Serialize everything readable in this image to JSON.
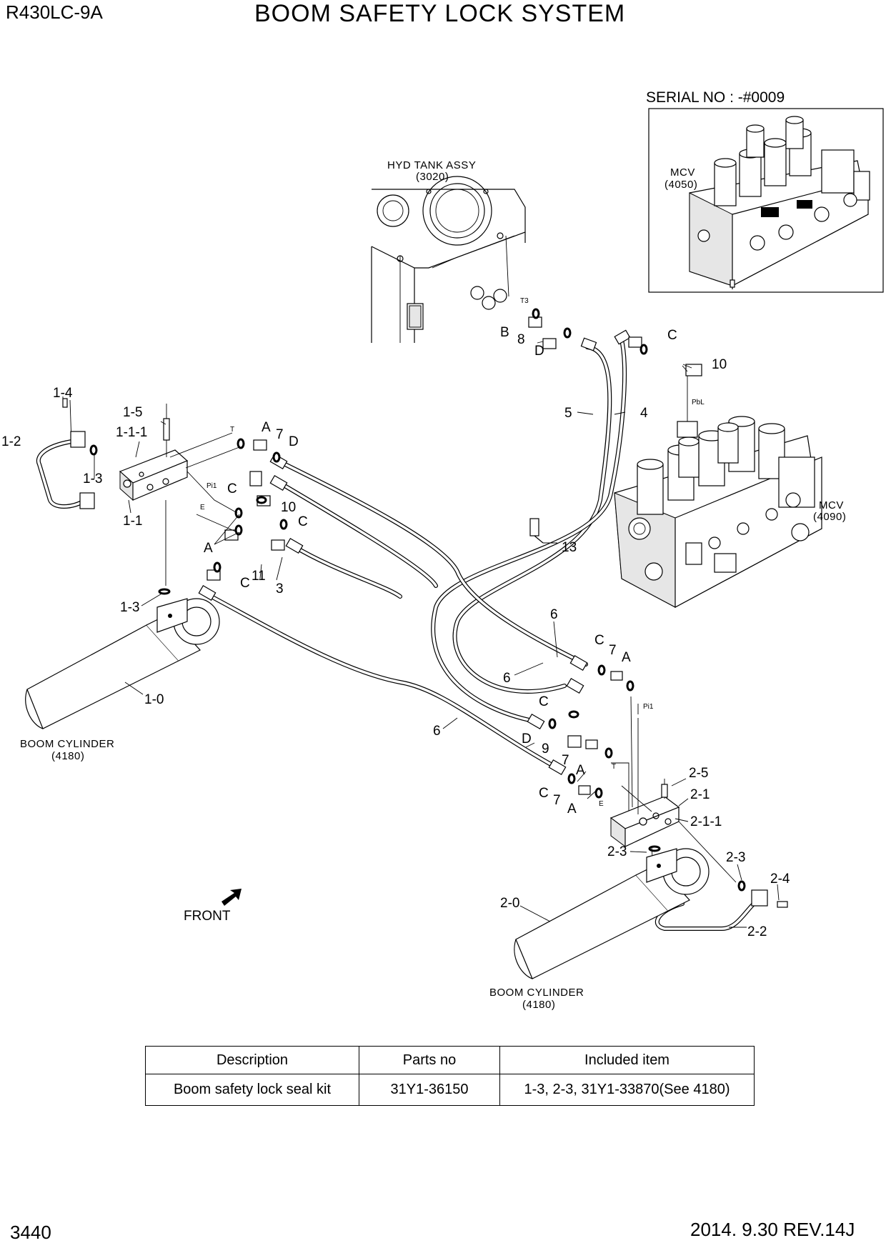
{
  "header": {
    "model": "R430LC-9A",
    "title": "BOOM SAFETY LOCK SYSTEM"
  },
  "inset": {
    "serial": "SERIAL NO : -#0009",
    "mcv_name": "MCV",
    "mcv_ref": "(4050)"
  },
  "assemblies": {
    "hyd_tank_name": "HYD TANK ASSY",
    "hyd_tank_ref": "(3020)",
    "mcv_name": "MCV",
    "mcv_ref": "(4090)",
    "boom_cyl_left_name": "BOOM CYLINDER",
    "boom_cyl_left_ref": "(4180)",
    "boom_cyl_right_name": "BOOM CYLINDER",
    "boom_cyl_right_ref": "(4180)",
    "front_label": "FRONT"
  },
  "port_labels": {
    "t3": "T3",
    "pbl": "PbL",
    "t_left": "T",
    "pi1_left": "Pi1",
    "e_left": "E",
    "pi1_right": "Pi1",
    "t_right": "T",
    "e_right": "E"
  },
  "callouts": {
    "c_1_4": "1-4",
    "c_1_2": "1-2",
    "c_1_5": "1-5",
    "c_1_1_1": "1-1-1",
    "c_1_3a": "1-3",
    "c_1_1": "1-1",
    "c_1_3b": "1-3",
    "c_1_0": "1-0",
    "c_A1": "A",
    "c_7a": "7",
    "c_D1": "D",
    "c_C1": "C",
    "c_10a": "10",
    "c_C2": "C",
    "c_A2": "A",
    "c_11": "11",
    "c_C3": "C",
    "c_3": "3",
    "c_B": "B",
    "c_8": "8",
    "c_D2": "D",
    "c_C4": "C",
    "c_10b": "10",
    "c_5": "5",
    "c_4": "4",
    "c_13": "13",
    "c_6a": "6",
    "c_C5": "C",
    "c_7b": "7",
    "c_A3": "A",
    "c_6b": "6",
    "c_C6": "C",
    "c_6c": "6",
    "c_D3": "D",
    "c_9": "9",
    "c_7c": "7",
    "c_A4": "A",
    "c_C7": "C",
    "c_7d": "7",
    "c_A5": "A",
    "c_2_5": "2-5",
    "c_2_1": "2-1",
    "c_2_1_1": "2-1-1",
    "c_2_3a": "2-3",
    "c_2_3b": "2-3",
    "c_2_4": "2-4",
    "c_2_0": "2-0",
    "c_2_2": "2-2"
  },
  "parts_table": {
    "headers": [
      "Description",
      "Parts no",
      "Included item"
    ],
    "rows": [
      [
        "Boom safety lock seal kit",
        "31Y1-36150",
        "1-3, 2-3, 31Y1-33870(See 4180)"
      ]
    ]
  },
  "footer": {
    "page_number": "3440",
    "revision": "2014. 9.30  REV.14J"
  }
}
